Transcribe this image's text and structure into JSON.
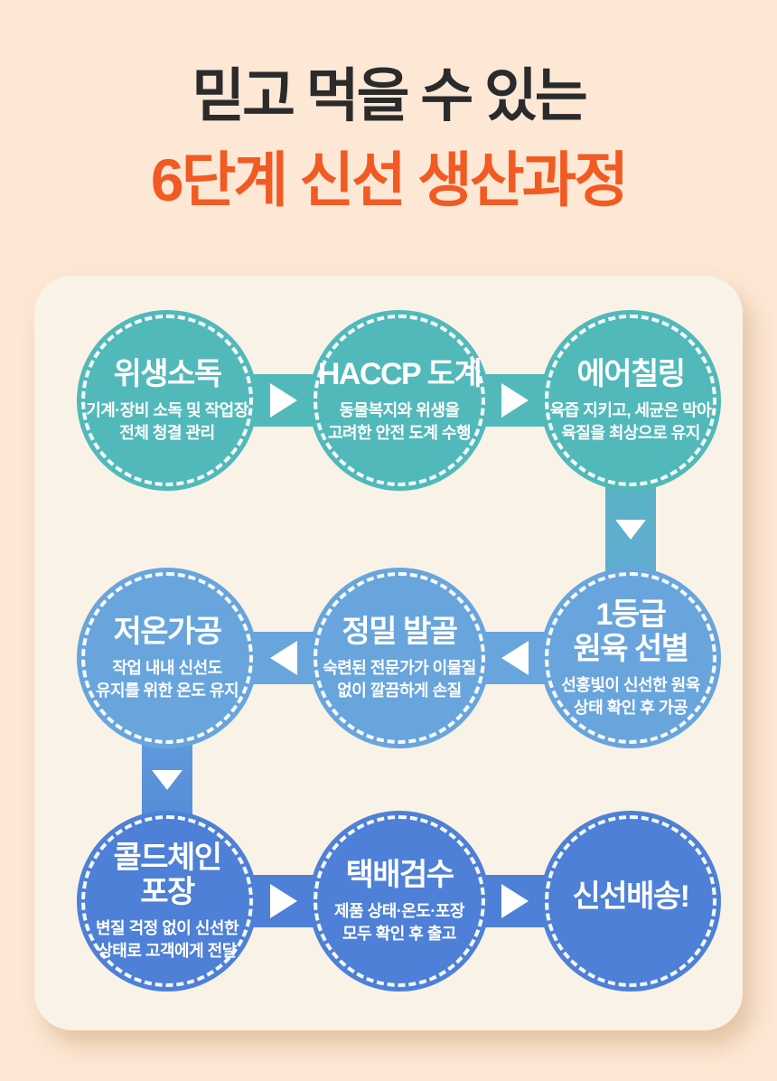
{
  "header": {
    "line1": "믿고 먹을 수 있는",
    "line2": "6단계 신선 생산과정"
  },
  "steps": [
    {
      "title": "위생소독",
      "title2": "",
      "body1": "기계·장비 소독 및 작업장",
      "body2": "전체 청결 관리"
    },
    {
      "title": "HACCP 도계",
      "title2": "",
      "body1": "동물복지와 위생을",
      "body2": "고려한 안전 도계 수행"
    },
    {
      "title": "에어칠링",
      "title2": "",
      "body1": "육즙 지키고, 세균은 막아",
      "body2": "육질을 최상으로 유지"
    },
    {
      "title": "1등급",
      "title2": "원육 선별",
      "body1": "선홍빛이 신선한 원육",
      "body2": "상태 확인 후 가공"
    },
    {
      "title": "정밀 발골",
      "title2": "",
      "body1": "숙련된 전문가가 이물질",
      "body2": "없이 깔끔하게 손질"
    },
    {
      "title": "저온가공",
      "title2": "",
      "body1": "작업 내내 신선도",
      "body2": "유지를 위한 온도 유지"
    },
    {
      "title": "콜드체인",
      "title2": "포장",
      "body1": "변질 걱정 없이 신선한",
      "body2": "상태로 고객에게 전달"
    },
    {
      "title": "택배검수",
      "title2": "",
      "body1": "제품 상태·온도·포장",
      "body2": "모두 확인 후 출고"
    },
    {
      "title": "신선배송!",
      "title2": "",
      "body1": "",
      "body2": ""
    }
  ],
  "colors": {
    "page_bg": "#fde8d5",
    "card_bg": "#f9f2e7",
    "title_dark": "#2b2b2b",
    "accent_orange": "#f25a23",
    "step_teal": "#52b9ba",
    "step_blue_mid": "#68a5dd",
    "step_blue_strong": "#4d80d6",
    "text_white": "#ffffff"
  }
}
